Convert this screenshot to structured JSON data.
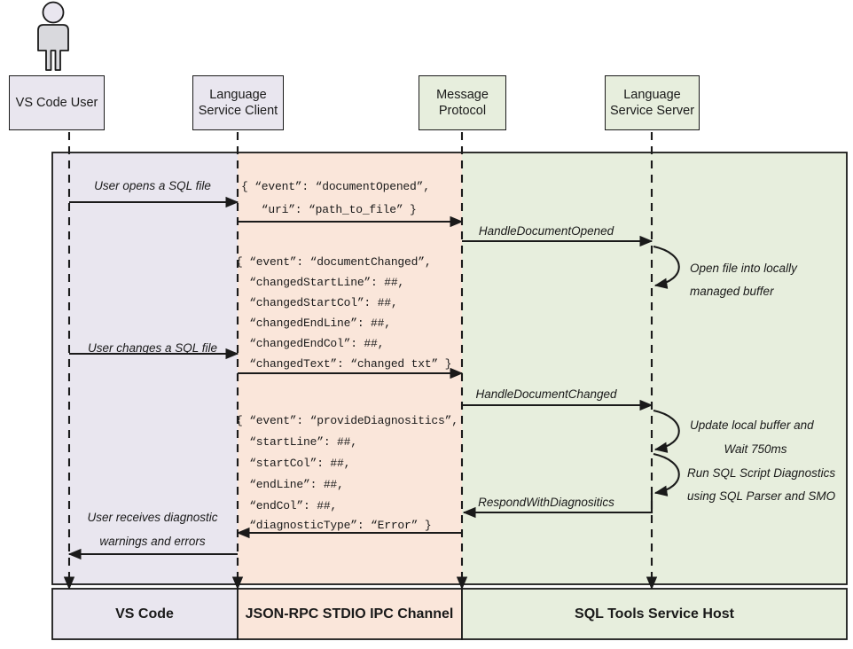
{
  "diagram": {
    "title": "VS Code SQL Tools Language Service Sequence Diagram",
    "colors": {
      "vscode_band": "#e9e6ef",
      "ipc_band": "#fae6da",
      "service_band": "#e7eedd",
      "stroke": "#1a1a1a"
    }
  },
  "actor": {
    "name": "vs-code-user-actor"
  },
  "participants": [
    {
      "id": "vs-code-user",
      "line1": "VS Code User",
      "line2": ""
    },
    {
      "id": "language-service-client",
      "line1": "Language",
      "line2": "Service Client"
    },
    {
      "id": "message-protocol",
      "line1": "Message",
      "line2": "Protocol"
    },
    {
      "id": "language-service-server",
      "line1": "Language",
      "line2": "Service Server"
    }
  ],
  "user_messages": [
    {
      "id": "user-opens-file",
      "line1": "User opens a SQL file",
      "line2": ""
    },
    {
      "id": "user-changes-file",
      "line1": "User changes a SQL file",
      "line2": ""
    },
    {
      "id": "user-receives",
      "line1": "User receives diagnostic",
      "line2": "warnings and errors"
    }
  ],
  "json_messages": [
    {
      "id": "document-opened-message",
      "lines": [
        "{ “event”: “documentOpened”,",
        "   “uri”: “path_to_file” }"
      ]
    },
    {
      "id": "document-changed-message",
      "lines": [
        "{ “event”: “documentChanged”,",
        "  “changedStartLine”: ##,",
        "  “changedStartCol”: ##,",
        "  “changedEndLine”: ##,",
        "  “changedEndCol”: ##,",
        "  “changedText”: “changed txt” }"
      ]
    },
    {
      "id": "provide-diagnostics-message",
      "lines": [
        "{ “event”: “provideDiagnositics”,",
        "  “startLine”: ##,",
        "  “startCol”: ##,",
        "  “endLine”: ##,",
        "  “endCol”: ##,",
        "  “diagnosticType”: “Error” }"
      ]
    }
  ],
  "protocol_messages": [
    {
      "id": "handle-document-opened",
      "label": "HandleDocumentOpened"
    },
    {
      "id": "handle-document-changed",
      "label": "HandleDocumentChanged"
    },
    {
      "id": "respond-with-diagnostics",
      "label": "RespondWithDiagnositics"
    }
  ],
  "server_activities": [
    {
      "id": "open-file-buffer",
      "line1": "Open file into locally",
      "line2": "managed buffer"
    },
    {
      "id": "update-buffer-wait",
      "line1": "Update local buffer and",
      "line2": "Wait 750ms"
    },
    {
      "id": "run-sql-diagnostics",
      "line1": "Run SQL Script Diagnostics",
      "line2": "using SQL Parser and SMO"
    }
  ],
  "footer_bands": [
    {
      "id": "footer-vs-code",
      "label": "VS Code"
    },
    {
      "id": "footer-ipc-channel",
      "label": "JSON-RPC STDIO IPC Channel"
    },
    {
      "id": "footer-service-host",
      "label": "SQL Tools Service Host"
    }
  ]
}
